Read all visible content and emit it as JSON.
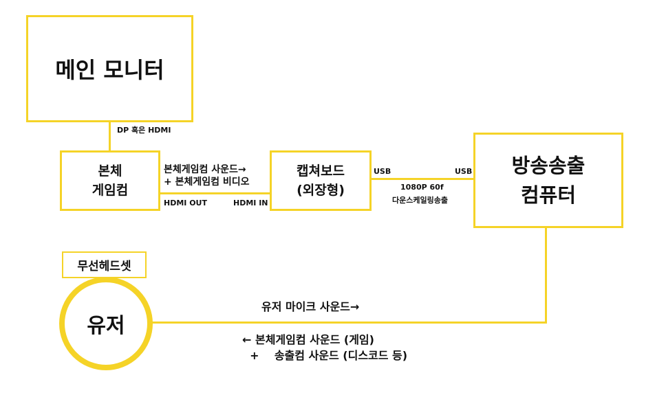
{
  "accent_color": "#F5D327",
  "nodes": {
    "main_monitor": "메인 모니터",
    "gaming_pc": "본체\n게임컴",
    "capture_board": "캡쳐보드\n(외장형)",
    "broadcast_pc": "방송송출\n컴퓨터",
    "headset": "무선헤드셋",
    "user": "유저"
  },
  "labels": {
    "dp_hdmi": "DP 혹은 HDMI",
    "sound_video": "본체게임컴 사운드→\n+ 본체게임컴 비디오",
    "hdmi_out": "HDMI OUT",
    "hdmi_in": "HDMI IN",
    "usb_left": "USB",
    "usb_right": "USB",
    "res": "1080P 60f",
    "downscale": "다운스케일링송출",
    "mic": "유저 마이크 사운드→",
    "return_sound": "← 본체게임컴 사운드 (게임)\n  +    송출컴 사운드 (디스코드 등)"
  }
}
